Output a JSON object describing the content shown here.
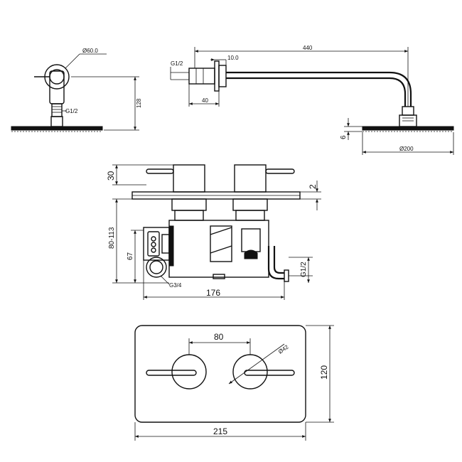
{
  "shower_head_side_view": {
    "diameter_label": "Ø60.0",
    "thread_label": "G1/2",
    "height_label": "128"
  },
  "shower_arm_view": {
    "thread_label": "G1/2",
    "flange_label": "10.0",
    "length_label": "440",
    "depth_label": "40",
    "head_thickness_label": "6",
    "head_diameter_label": "Ø200"
  },
  "valve_body_view": {
    "handle_height_label": "30",
    "plate_label": "2",
    "depth_range_label": "80-113",
    "inlet_height_label": "67",
    "outlet_thread_label": "G1/2",
    "inlet_thread_label": "G3/4",
    "width_label": "176"
  },
  "faceplate_view": {
    "spacing_label": "80",
    "knob_diameter_label": "Ø42",
    "height_label": "120",
    "width_label": "215"
  }
}
